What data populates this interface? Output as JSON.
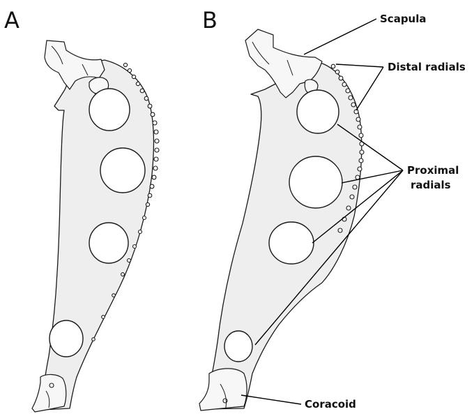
{
  "figure": {
    "panels": [
      {
        "id": "a",
        "letter": "A"
      },
      {
        "id": "b",
        "letter": "B"
      }
    ],
    "labels": {
      "scapula": "Scapula",
      "distal_radials": "Distal radials",
      "proximal_radials_line1": "Proximal",
      "proximal_radials_line2": "radials",
      "coracoid": "Coracoid"
    }
  },
  "colors": {
    "bone_fill": "#eeeeee",
    "outline": "#1a1a1a",
    "background": "#ffffff",
    "foramen_fill": "#ffffff"
  }
}
